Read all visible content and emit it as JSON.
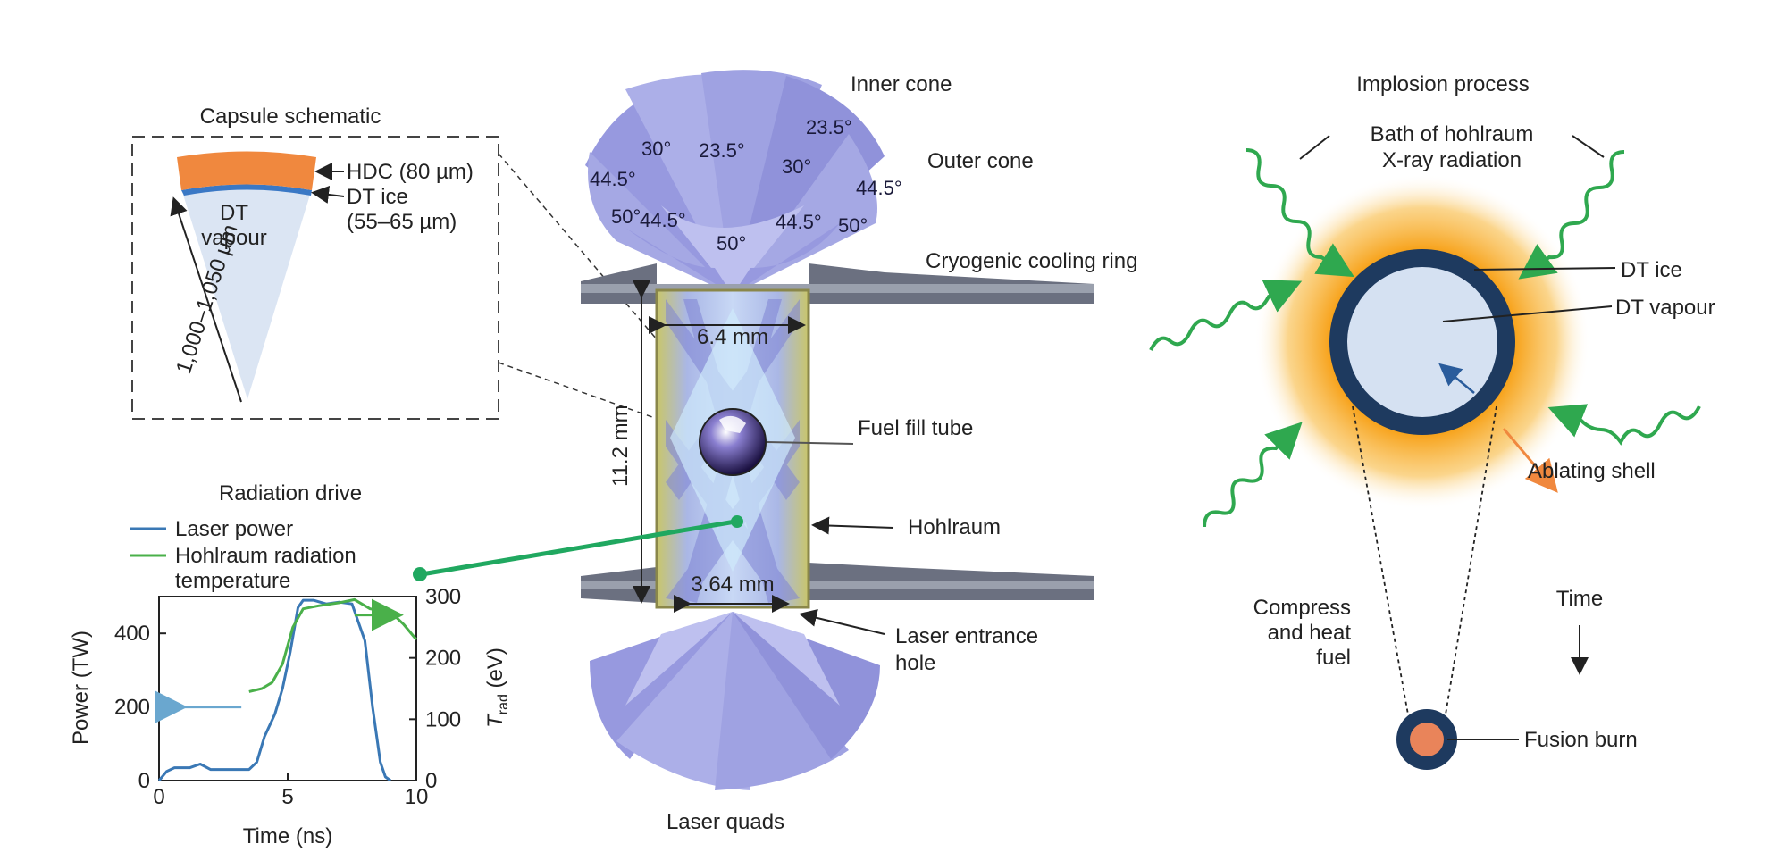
{
  "capsule": {
    "title": "Capsule schematic",
    "hdc": "HDC (80 µm)",
    "dt_ice_1": "DT ice",
    "dt_ice_2": "(55–65 µm)",
    "dt_1": "DT",
    "dt_2": "vapour",
    "radius": "1,000–1,050 µm"
  },
  "hohlraum": {
    "inner_cone": "Inner cone",
    "outer_cone": "Outer cone",
    "cooling_ring": "Cryogenic cooling ring",
    "width_top": "6.4 mm",
    "height": "11.2 mm",
    "width_bottom": "3.64 mm",
    "fuel_fill_tube": "Fuel fill tube",
    "hohlraum": "Hohlraum",
    "leh_1": "Laser entrance",
    "leh_2": "hole",
    "laser_quads": "Laser quads",
    "angles": [
      "23.5°",
      "30°",
      "23.5°",
      "30°",
      "44.5°",
      "44.5°",
      "50°",
      "44.5°",
      "44.5°",
      "50°",
      "50°"
    ]
  },
  "radiation": {
    "title": "Radiation drive",
    "legend_laser": "Laser power",
    "legend_trad_1": "Hohlraum radiation",
    "legend_trad_2": "temperature",
    "ylabel_left": "Power (TW)",
    "ylabel_right_main": "T",
    "ylabel_right_sub": "rad",
    "ylabel_right_unit": " (eV)",
    "xlabel": "Time (ns)"
  },
  "chart_data": {
    "type": "line",
    "title": "Radiation drive",
    "xlabel": "Time (ns)",
    "ylabel": "Power (TW)",
    "ylabel_right": "Trad (eV)",
    "xlim": [
      0,
      10
    ],
    "ylim": [
      0,
      500
    ],
    "ylim_right": [
      0,
      300
    ],
    "x_ticks": [
      "0",
      "5",
      "10"
    ],
    "y_ticks_left": [
      "0",
      "200",
      "400"
    ],
    "y_ticks_right": [
      "0",
      "100",
      "200",
      "300"
    ],
    "legend": "top-left",
    "series": [
      {
        "name": "Laser power",
        "axis": "left",
        "color": "#3a78b5",
        "x": [
          0,
          0.3,
          0.6,
          1.2,
          1.6,
          2.0,
          2.5,
          3.0,
          3.5,
          3.8,
          4.1,
          4.5,
          4.8,
          5.1,
          5.4,
          5.6,
          6.0,
          6.5,
          7.0,
          7.5,
          8.0,
          8.3,
          8.6,
          8.8,
          9.0
        ],
        "y": [
          0,
          25,
          35,
          35,
          45,
          30,
          30,
          30,
          30,
          50,
          120,
          180,
          250,
          350,
          470,
          490,
          490,
          480,
          485,
          480,
          380,
          200,
          50,
          10,
          0
        ]
      },
      {
        "name": "Hohlraum radiation temperature",
        "axis": "right",
        "color": "#4ab04a",
        "x": [
          3.5,
          4.0,
          4.4,
          4.8,
          5.2,
          5.6,
          6.2,
          7.0,
          7.6,
          8.2,
          9.0,
          9.5,
          10.0
        ],
        "y": [
          145,
          150,
          160,
          190,
          250,
          280,
          285,
          290,
          295,
          280,
          275,
          255,
          230
        ]
      }
    ]
  },
  "implosion": {
    "title": "Implosion process",
    "bath_1": "Bath of hohlraum",
    "bath_2": "X-ray radiation",
    "dt_ice": "DT ice",
    "dt_vapour": "DT vapour",
    "ablating": "Ablating shell",
    "compress_1": "Compress",
    "compress_2": "and heat",
    "compress_3": "fuel",
    "time": "Time",
    "fusion_burn": "Fusion burn"
  },
  "colors": {
    "hdc": "#f0883e",
    "dt_ice": "#3a78c5",
    "dt_vapour": "#d5e1f2",
    "shell": "#1e3a5f",
    "glow": "#f7a21a",
    "wave": "#2fa84f",
    "laser_beam": "#8c8fdc",
    "hohlraum_gold": "#d6d27a",
    "connector": "#20a860"
  }
}
